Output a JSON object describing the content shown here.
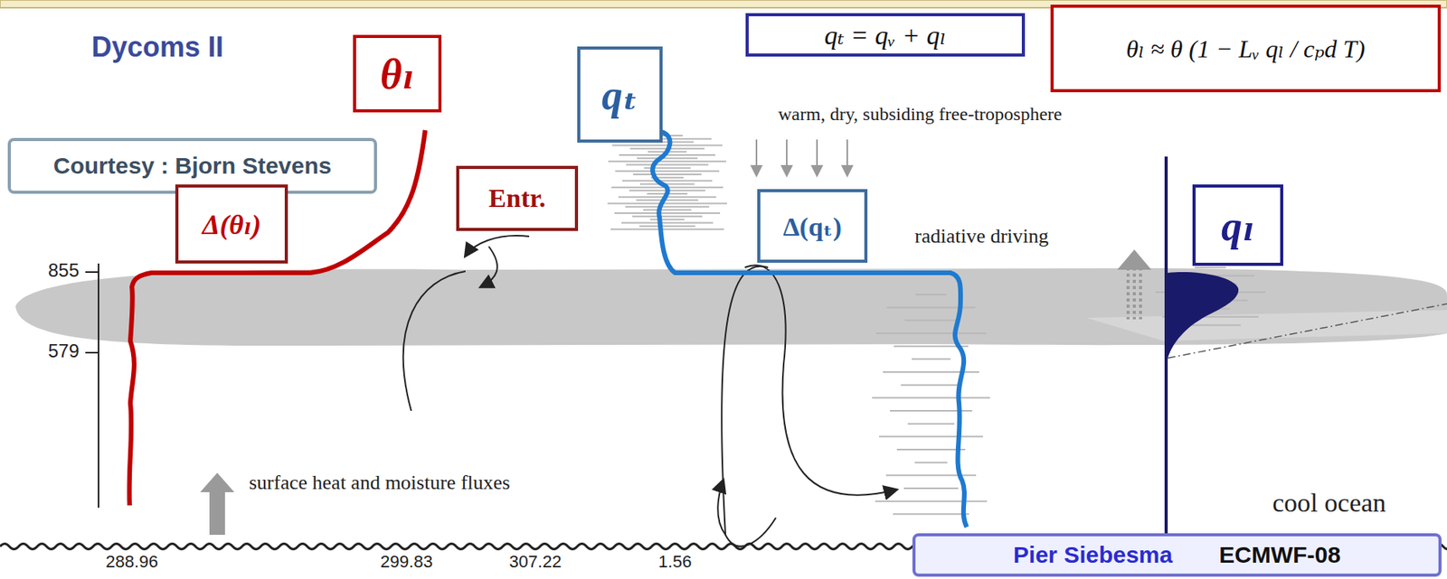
{
  "diagram": {
    "nodes": [
      {
        "text": [
          "Courtesy : Bjorn Stevens"
        ]
      },
      {
        "text": [
          "θₗ"
        ]
      },
      {
        "text": [
          "Δ(θₗ)"
        ]
      },
      {
        "text": [
          "Entr."
        ]
      },
      {
        "text": [
          "qₜ"
        ]
      },
      {
        "text": [
          "Δ(qₜ)"
        ]
      },
      {
        "text": [
          "qₜ = qᵥ + qₗ"
        ]
      },
      {
        "text": [
          "θₗ ≈ θ (1 − Lᵥ qₗ / cₚd T)"
        ]
      },
      {
        "text": [
          "qₗ"
        ]
      },
      {
        "text": [
          "Pier Siebesma",
          "ECMWF-08"
        ]
      }
    ],
    "labels": [
      "Dycoms II",
      "warm, dry, subsiding free-troposphere",
      "radiative driving",
      "855",
      "579",
      "surface heat and moisture fluxes",
      "cool ocean",
      "288.96",
      "299.83",
      "307.22",
      "1.56"
    ]
  }
}
